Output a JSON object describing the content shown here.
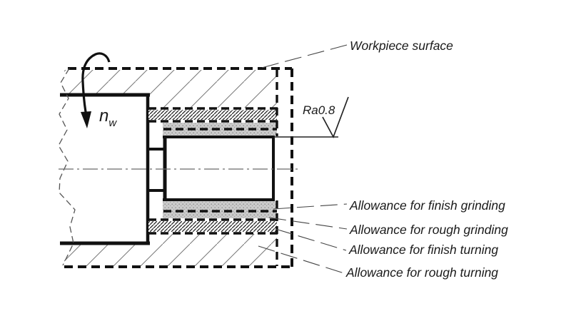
{
  "diagram": {
    "workpiece_surface_label": "Workpiece surface",
    "roughness_label": "Ra0.8",
    "spindle_speed": {
      "symbol": "n",
      "subscript": "w"
    },
    "allowances": [
      {
        "label": "Allowance for finish grinding"
      },
      {
        "label": "Allowance for rough grinding"
      },
      {
        "label": "Allowance for finish turning"
      },
      {
        "label": "Allowance for rough turning"
      }
    ],
    "colors": {
      "line": "#111111",
      "thin_line": "#555555",
      "hatch": "#777777",
      "stipple_fill": "#cbcbcb",
      "background": "#ffffff"
    }
  }
}
